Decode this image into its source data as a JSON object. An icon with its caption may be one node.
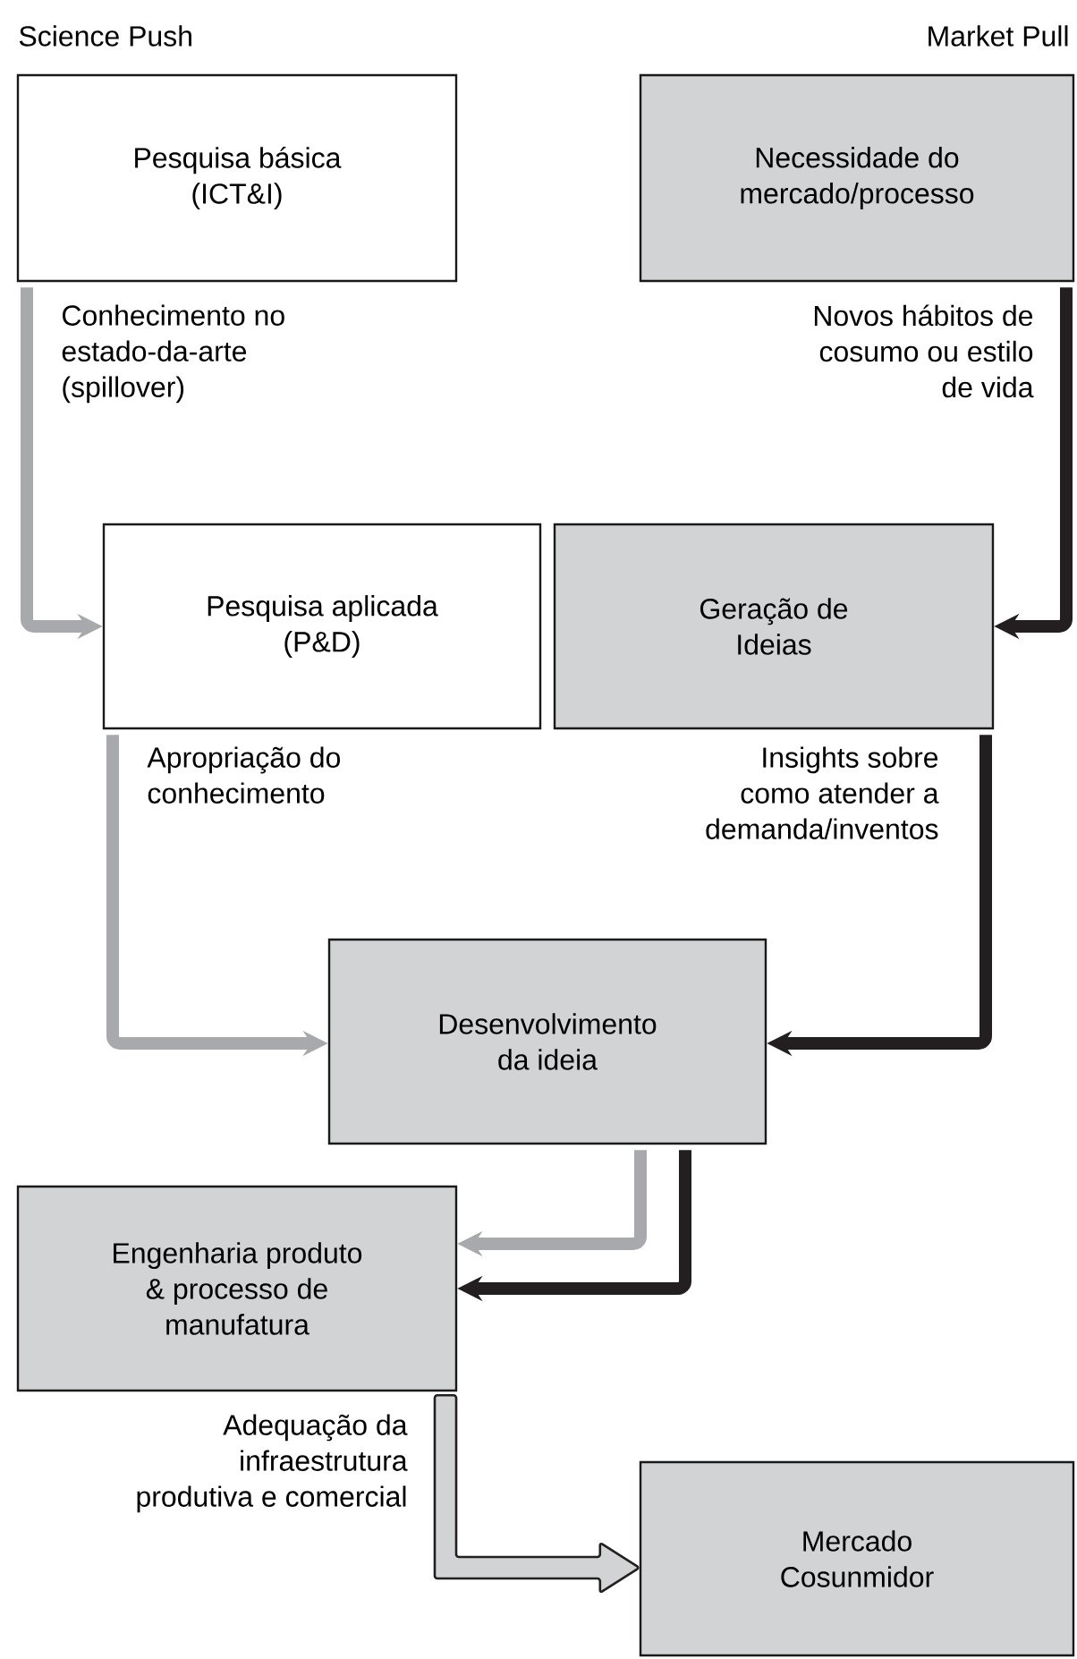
{
  "diagram": {
    "nodes": [
      {
        "text": [
          "Pesquisa básica (ICT&I)"
        ]
      },
      {
        "text": [
          "Necessidade do mercado/processo"
        ]
      },
      {
        "text": [
          "Pesquisa aplicada (P&D)"
        ]
      },
      {
        "text": [
          "Geração de Ideias"
        ]
      },
      {
        "text": [
          "Desenvolvimento da ideia"
        ]
      },
      {
        "text": [
          "Engenharia produto & processo de manufatura"
        ]
      },
      {
        "text": [
          "Mercado Cosunmidor"
        ]
      }
    ],
    "edges": [
      {
        "from": 0,
        "to": 2,
        "arrow": "to",
        "label": "Conhecimento no estado-da-arte (spillover)",
        "color": "#a7a9ac"
      },
      {
        "from": 1,
        "to": 3,
        "arrow": "to",
        "label": "Novos hábitos de cosumo ou estilo de vida",
        "color": "#231f20"
      },
      {
        "from": 2,
        "to": 4,
        "arrow": "to",
        "label": "Apropriação do conhecimento",
        "color": "#a7a9ac"
      },
      {
        "from": 3,
        "to": 4,
        "arrow": "to",
        "label": "Insights sobre como atender a demanda/inventos",
        "color": "#231f20"
      },
      {
        "from": 4,
        "to": 5,
        "arrow": "to",
        "color": "#a7a9ac"
      },
      {
        "from": 4,
        "to": 5,
        "arrow": "to",
        "color": "#231f20"
      },
      {
        "from": 5,
        "to": 6,
        "arrow": "to",
        "label": "Adequação da infraestrutura produtiva e comercial",
        "style": "thick"
      }
    ],
    "labels": [
      "Science Push",
      "Market Pull"
    ]
  }
}
